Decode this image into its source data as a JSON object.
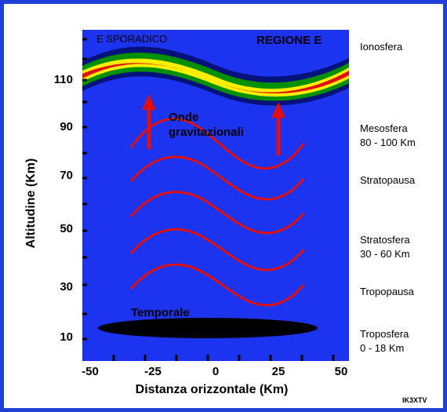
{
  "title_left": "E SPORADICO",
  "title_right": "REGIONE E",
  "y_axis": {
    "label": "Altitudine  (Km)",
    "ticks": [
      "110",
      "90",
      "70",
      "50",
      "30",
      "10"
    ]
  },
  "x_axis": {
    "label": "Distanza orizzontale  (Km)",
    "ticks": [
      "-50",
      "-25",
      "0",
      "25",
      "50"
    ]
  },
  "annotations": {
    "waves": "Onde\ngravitazionali",
    "storm": "Temporale"
  },
  "layers": [
    {
      "name": "Ionosfera",
      "range": ""
    },
    {
      "name": "Mesosfera",
      "range": "80 - 100 Km"
    },
    {
      "name": "Stratopausa",
      "range": ""
    },
    {
      "name": "Stratosfera",
      "range": "30 - 60 Km"
    },
    {
      "name": "Tropopausa",
      "range": ""
    },
    {
      "name": "Troposfera",
      "range": "0 - 18 Km"
    }
  ],
  "credit": "IK3XTV",
  "colors": {
    "frame": "#1f3fd6",
    "plot_bg": "#1c33f0",
    "wave": "#e01010",
    "arrow": "#e01010",
    "storm": "#000000"
  }
}
